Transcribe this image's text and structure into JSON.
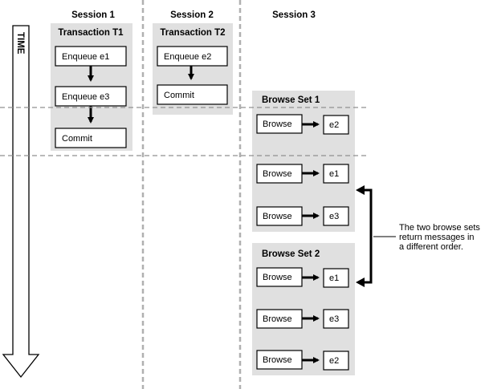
{
  "sessions": {
    "s1": "Session 1",
    "s2": "Session 2",
    "s3": "Session 3"
  },
  "time_label": "TIME",
  "transactions": {
    "t1": {
      "title": "Transaction T1",
      "steps": [
        "Enqueue e1",
        "Enqueue e3",
        "Commit"
      ]
    },
    "t2": {
      "title": "Transaction T2",
      "steps": [
        "Enqueue e2",
        "Commit"
      ]
    }
  },
  "browse_sets": {
    "set1": {
      "title": "Browse Set 1",
      "rows": [
        {
          "action": "Browse",
          "msg": "e2"
        },
        {
          "action": "Browse",
          "msg": "e1"
        },
        {
          "action": "Browse",
          "msg": "e3"
        }
      ]
    },
    "set2": {
      "title": "Browse Set 2",
      "rows": [
        {
          "action": "Browse",
          "msg": "e1"
        },
        {
          "action": "Browse",
          "msg": "e3"
        },
        {
          "action": "Browse",
          "msg": "e2"
        }
      ]
    }
  },
  "note": {
    "line1": "The two browse sets",
    "line2": "return messages in",
    "line3": "a different order."
  }
}
